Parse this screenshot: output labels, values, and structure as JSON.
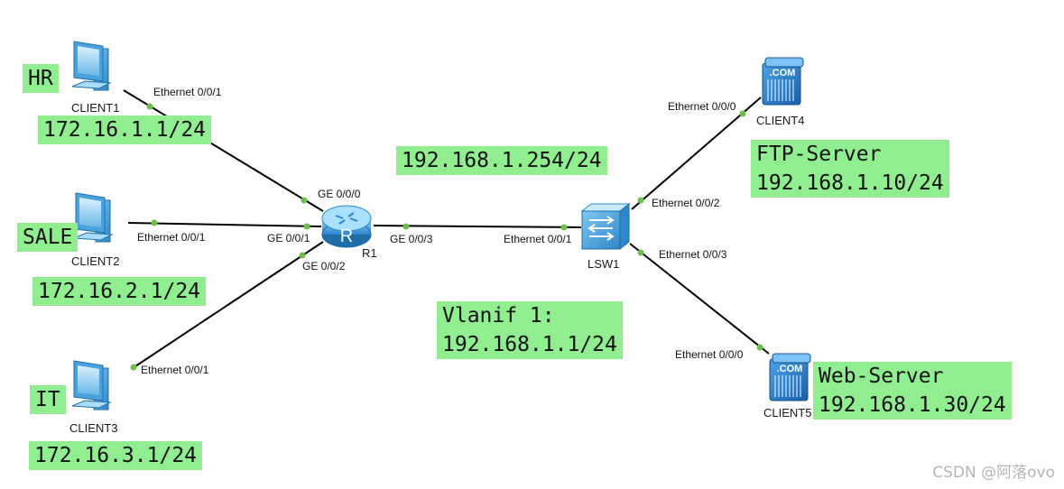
{
  "colors": {
    "link": "#000000",
    "port_dot": "#6cc04a",
    "note_bg": "#90ee90"
  },
  "devices": {
    "client1": {
      "label": "CLIENT1",
      "icon": "pc-icon"
    },
    "client2": {
      "label": "CLIENT2",
      "icon": "pc-icon"
    },
    "client3": {
      "label": "CLIENT3",
      "icon": "pc-icon"
    },
    "client4": {
      "label": "CLIENT4",
      "icon": "server-icon",
      "badge": ".COM"
    },
    "client5": {
      "label": "CLIENT5",
      "icon": "server-icon",
      "badge": ".COM"
    },
    "r1": {
      "label": "R1",
      "icon": "router-icon",
      "glyph": "R"
    },
    "lsw1": {
      "label": "LSW1",
      "icon": "switch-icon"
    }
  },
  "ports": {
    "client1_eth": "Ethernet 0/0/1",
    "client2_eth": "Ethernet 0/0/1",
    "client3_eth": "Ethernet 0/0/1",
    "r1_ge000": "GE 0/0/0",
    "r1_ge001": "GE 0/0/1",
    "r1_ge002": "GE 0/0/2",
    "r1_ge003": "GE 0/0/3",
    "lsw1_eth001": "Ethernet 0/0/1",
    "lsw1_eth002": "Ethernet 0/0/2",
    "lsw1_eth003": "Ethernet 0/0/3",
    "client4_eth": "Ethernet 0/0/0",
    "client5_eth": "Ethernet 0/0/0"
  },
  "notes": {
    "hr": "HR",
    "hr_ip": "172.16.1.1/24",
    "sale": "SALE",
    "sale_ip": "172.16.2.1/24",
    "it": "IT",
    "it_ip": "172.16.3.1/24",
    "r1_ip": "192.168.1.254/24",
    "vlanif": "Vlanif 1:\n192.168.1.1/24",
    "ftp": "FTP-Server\n192.168.1.10/24",
    "web": "Web-Server\n192.168.1.30/24"
  },
  "watermark": "CSDN @阿落ovo"
}
